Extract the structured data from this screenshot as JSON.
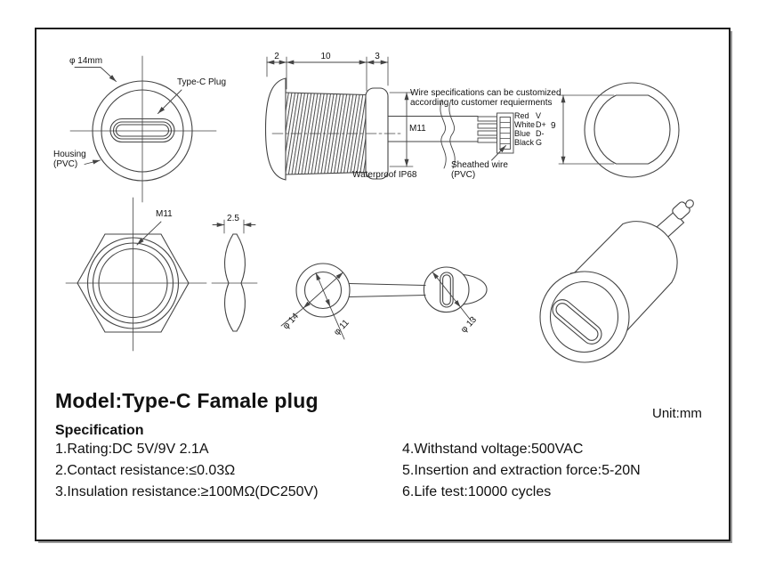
{
  "colors": {
    "line": "#444444",
    "frame": "#1c1c1c",
    "text": "#111111",
    "background": "#ffffff"
  },
  "title": "Model:Type-C Famale plug",
  "unit_label": "Unit:mm",
  "spec": {
    "heading": "Specification",
    "left": [
      "1.Rating:DC 5V/9V 2.1A",
      "2.Contact resistance:≤0.03Ω",
      "3.Insulation resistance:≥100MΩ(DC250V)"
    ],
    "right": [
      "4.Withstand voltage:500VAC",
      "5.Insertion and extraction force:5-20N",
      "6.Life test:10000 cycles"
    ]
  },
  "front_view": {
    "diameter_label": "φ 14mm",
    "plug_label": "Type-C Plug",
    "housing_label_line1": "Housing",
    "housing_label_line2": "(PVC)"
  },
  "side_view": {
    "dim_flange": "2",
    "dim_thread": "10",
    "dim_neck": "3",
    "thread_spec": "M11",
    "waterproof_label": "Waterproof IP68",
    "wire_note_line1": "Wire specifications can be customized",
    "wire_note_line2": "according to customer requierments",
    "sheath_label_line1": "Sheathed wire",
    "sheath_label_line2": "(PVC)",
    "pins": [
      {
        "color": "Red",
        "signal": "V"
      },
      {
        "color": "White",
        "signal": "D+"
      },
      {
        "color": "Blue",
        "signal": "D-"
      },
      {
        "color": "Black",
        "signal": "G"
      }
    ]
  },
  "rear_view": {
    "dim_flat": "9"
  },
  "nut_view": {
    "thread_spec": "M11",
    "dim_thickness": "2.5"
  },
  "cap_view": {
    "dia_ring_outer": "φ 14",
    "dia_ring_inner": "φ 11",
    "dia_cap": "φ 13"
  }
}
